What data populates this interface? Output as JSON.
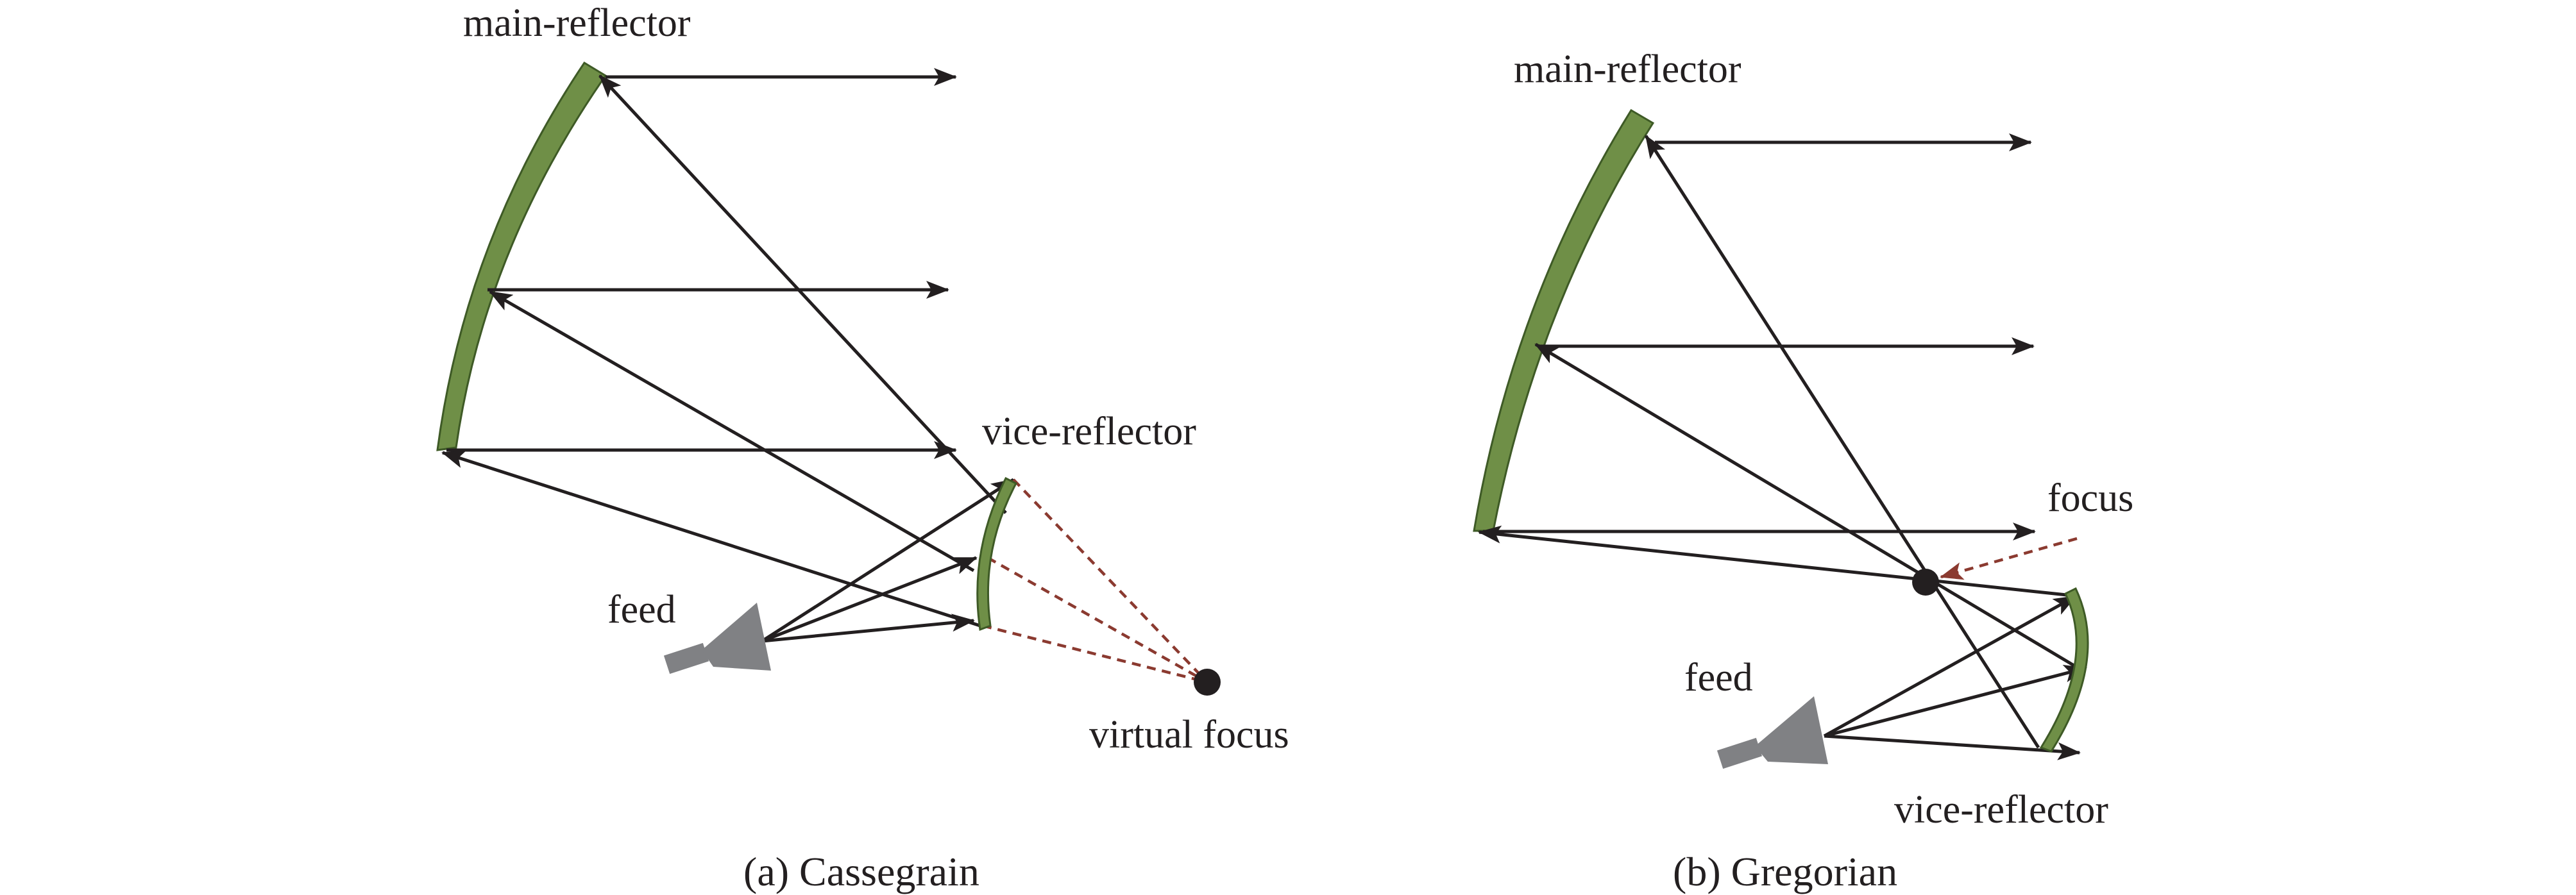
{
  "panel_a": {
    "label_main_reflector": "main-reflector",
    "label_vice_reflector": "vice-reflector",
    "label_feed": "feed",
    "label_virtual_focus": "virtual focus",
    "caption": "(a) Cassegrain"
  },
  "panel_b": {
    "label_main_reflector": "main-reflector",
    "label_focus": "focus",
    "label_feed": "feed",
    "label_vice_reflector": "vice-reflector",
    "caption": "(b) Gregorian"
  },
  "colors": {
    "reflector_fill": "#6f8f47",
    "reflector_stroke": "#3e5a26",
    "ray": "#231f20",
    "dashed_ray": "#8b3a30",
    "feed": "#808184",
    "focus_dot": "#231f20",
    "text": "#231f20",
    "background": "#ffffff"
  }
}
